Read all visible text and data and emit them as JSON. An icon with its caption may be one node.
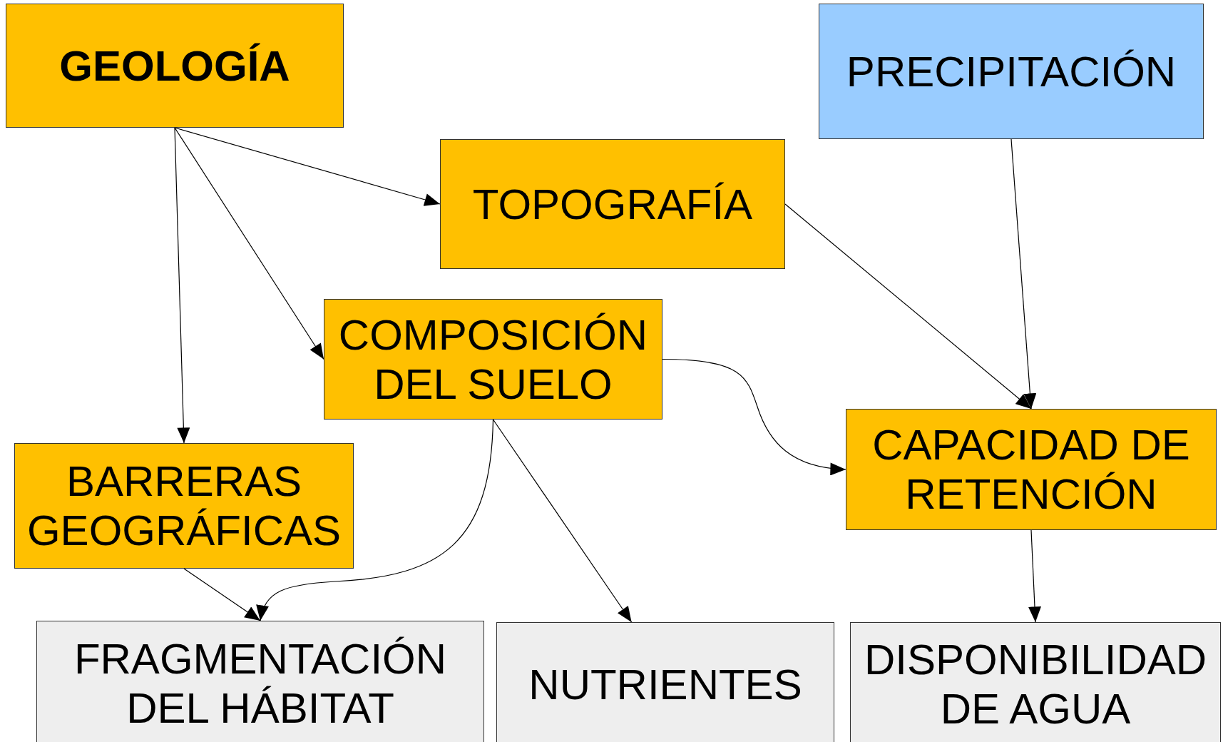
{
  "diagram": {
    "nodes": [
      {
        "text": [
          "GEOLOGÍA"
        ]
      },
      {
        "text": [
          "PRECIPITACIÓN"
        ]
      },
      {
        "text": [
          "TOPOGRAFÍA"
        ]
      },
      {
        "text": [
          "COMPOSICIÓN DEL SUELO"
        ]
      },
      {
        "text": [
          "BARRERAS GEOGRÁFICAS"
        ]
      },
      {
        "text": [
          "CAPACIDAD DE RETENCIÓN"
        ]
      },
      {
        "text": [
          "FRAGMENTACIÓN DEL HÁBITAT"
        ]
      },
      {
        "text": [
          "NUTRIENTES"
        ]
      },
      {
        "text": [
          "DISPONIBILIDAD DE AGUA"
        ]
      }
    ],
    "edges": [
      {
        "from": 0,
        "to": 2,
        "arrow": "to"
      },
      {
        "from": 0,
        "to": 3,
        "arrow": "to"
      },
      {
        "from": 0,
        "to": 4,
        "arrow": "to"
      },
      {
        "from": 2,
        "to": 5,
        "arrow": "to"
      },
      {
        "from": 1,
        "to": 5,
        "arrow": "to"
      },
      {
        "from": 3,
        "to": 5,
        "arrow": "to"
      },
      {
        "from": 3,
        "to": 6,
        "arrow": "to"
      },
      {
        "from": 4,
        "to": 6,
        "arrow": "to"
      },
      {
        "from": 3,
        "to": 7,
        "arrow": "to"
      },
      {
        "from": 5,
        "to": 8,
        "arrow": "to"
      }
    ]
  }
}
